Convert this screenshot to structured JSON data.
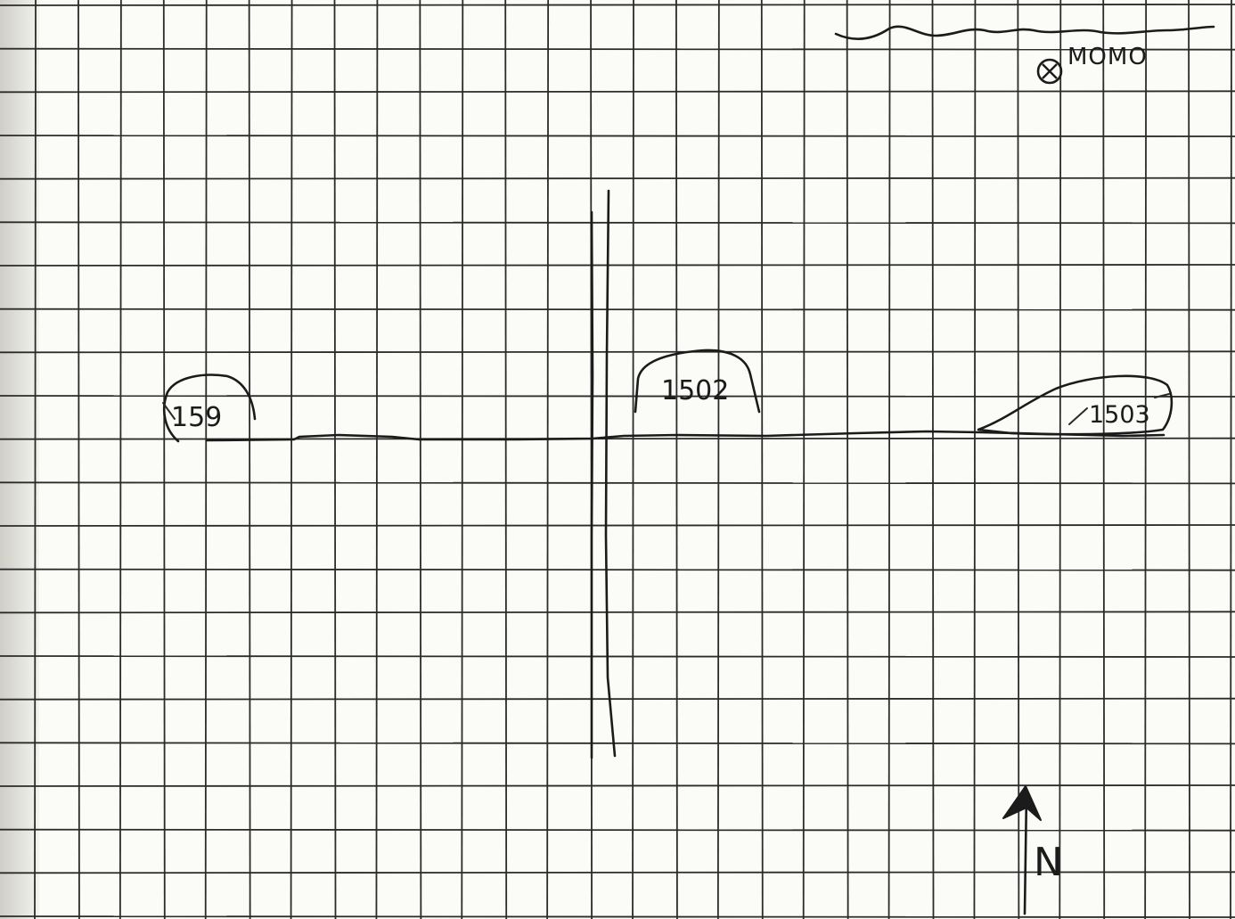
{
  "sheet": {
    "type": "hand-drawn sketch map on graph paper",
    "grid": true,
    "grid_columns": 28,
    "grid_rows": 21,
    "ink_color": "#1b1b1b",
    "grid_color": "#2b2b2b",
    "paper_color": "#fbfbf8"
  },
  "labels": {
    "building_left": "159",
    "building_middle": "1502",
    "building_right": "1503",
    "landmark": "MOMO",
    "north": "N"
  },
  "features": {
    "road": "horizontal road through the middle",
    "crossroad": "vertical double-line road",
    "river": "wavy line across the top right",
    "landmark_marker": "circled x symbol",
    "north_arrow": "arrow pointing up"
  }
}
